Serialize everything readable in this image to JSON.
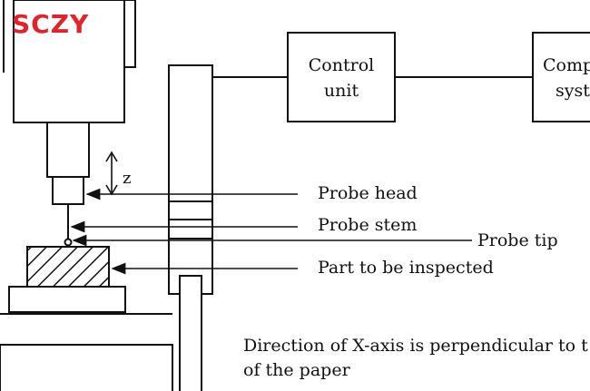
{
  "logo": {
    "text": "SCZY",
    "color": "#e2232a"
  },
  "boxes": {
    "control_unit": {
      "line1": "Control",
      "line2": "unit"
    },
    "computer_system": {
      "line1": "Comp",
      "line2": "syst"
    }
  },
  "axis_label": "z",
  "callouts": {
    "probe_head": "Probe head",
    "probe_stem": "Probe stem",
    "probe_tip": "Probe tip",
    "part": "Part to be inspected"
  },
  "note": {
    "line1": "Direction of X-axis is perpendicular to t",
    "line2": "of the paper"
  }
}
